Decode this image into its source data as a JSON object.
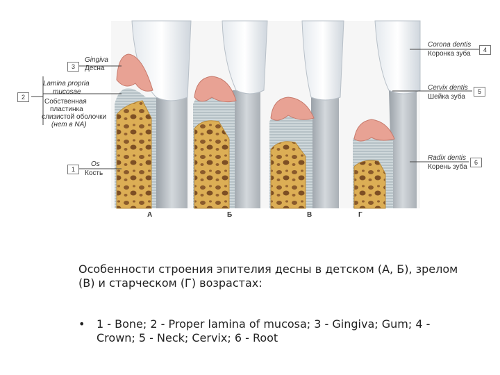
{
  "figure": {
    "labels": {
      "gingiva_lat": "Gingiva",
      "gingiva_ru": "Десна",
      "lamina_lat_1": "Lamina propria",
      "lamina_lat_2": "mucosae",
      "lamina_ru_1": "Собственная",
      "lamina_ru_2": "пластинка",
      "lamina_ru_3": "слизистой оболочки",
      "lamina_ru_4": "(нет в NA)",
      "os_lat": "Os",
      "os_ru": "Кость",
      "corona_lat": "Corona dentis",
      "corona_ru": "Коронка зуба",
      "cervix_lat": "Cervix dentis",
      "cervix_ru": "Шейка зуба",
      "radix_lat": "Radix dentis",
      "radix_ru": "Корень зуба"
    },
    "numbers": {
      "n1": "1",
      "n2": "2",
      "n3": "3",
      "n4": "4",
      "n5": "5",
      "n6": "6"
    },
    "panels": [
      "А",
      "Б",
      "В",
      "Г"
    ]
  },
  "caption": "Особенности строения эпителия десны в детском (А, Б), зрелом (В) и старческом (Г) возрастах:",
  "bullet": {
    "symbol": "•",
    "text": "1 - Bone; 2 - Proper lamina of mucosa; 3 - Gingiva; Gum; 4 - Crown; 5 - Neck; Cervix; 6 - Root"
  },
  "colors": {
    "enamel": "#eef2f6",
    "root": "#b9bfc6",
    "gum": "#e8a294",
    "lamina": "#c9d3d6",
    "bone": "#d9a94f",
    "bone_pores": "#8a5a2b"
  }
}
